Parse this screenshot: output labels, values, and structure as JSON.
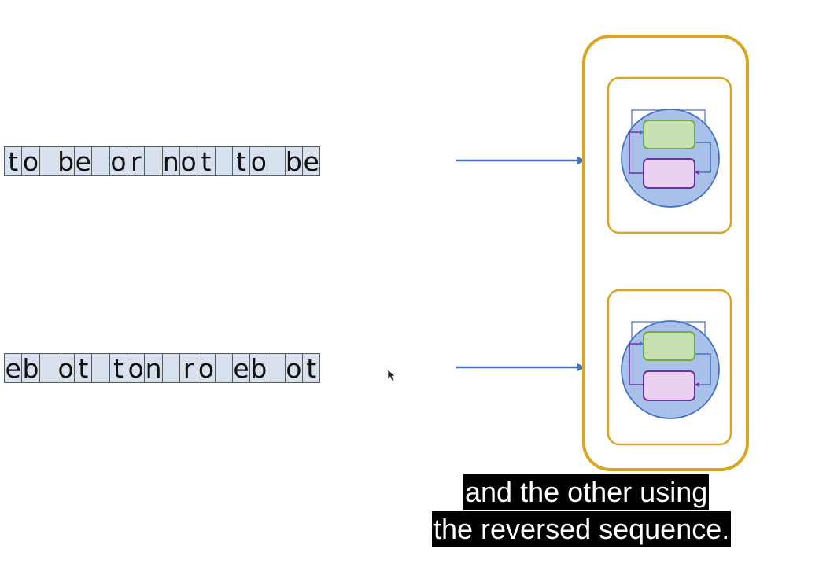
{
  "sequences": {
    "forward": [
      "t",
      "o",
      " ",
      "b",
      "e",
      " ",
      "o",
      "r",
      " ",
      "n",
      "o",
      "t",
      " ",
      "t",
      "o",
      " ",
      "b",
      "e"
    ],
    "reverse": [
      "e",
      "b",
      " ",
      "o",
      "t",
      " ",
      "t",
      "o",
      "n",
      " ",
      "r",
      "o",
      " ",
      "e",
      "b",
      " ",
      "o",
      "t"
    ]
  },
  "caption": {
    "line1": "and the other using",
    "line2": "the reversed sequence."
  },
  "colors": {
    "arrow": "#4472c4",
    "outer_box": "#daa520",
    "circle_fill": "#a9c0e8",
    "circle_stroke": "#4472c4",
    "green_box": "#c6e0b4",
    "green_stroke": "#70ad47",
    "purple_box": "#ead1f0",
    "purple_stroke": "#7030a0",
    "cell_fill": "#d8e1ee"
  }
}
